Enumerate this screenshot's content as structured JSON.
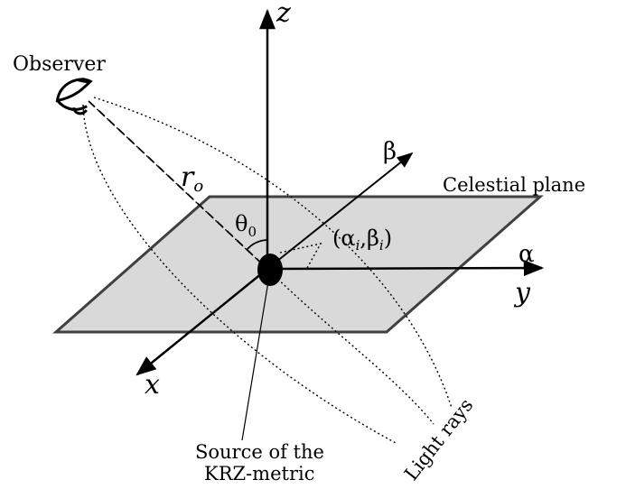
{
  "labels": {
    "observer": "Observer",
    "z_axis": "z",
    "x_axis": "x",
    "y_axis": "y",
    "alpha_axis": "α",
    "beta_axis": "β",
    "observer_distance": "r",
    "observer_distance_sub": "o",
    "inclination": "θ",
    "inclination_sub": "0",
    "celestial_plane": "Celestial plane",
    "image_point_open": "(α",
    "image_point_sub1": "i",
    "image_point_mid": ",β",
    "image_point_sub2": "i",
    "image_point_close": ")",
    "light_rays": "Light rays",
    "source_line1": "Source of the",
    "source_line2": "KRZ-metric"
  },
  "colors": {
    "plane_fill": "#d9d9d9",
    "plane_stroke": "#404040",
    "axis": "#000000",
    "source": "#000000"
  }
}
